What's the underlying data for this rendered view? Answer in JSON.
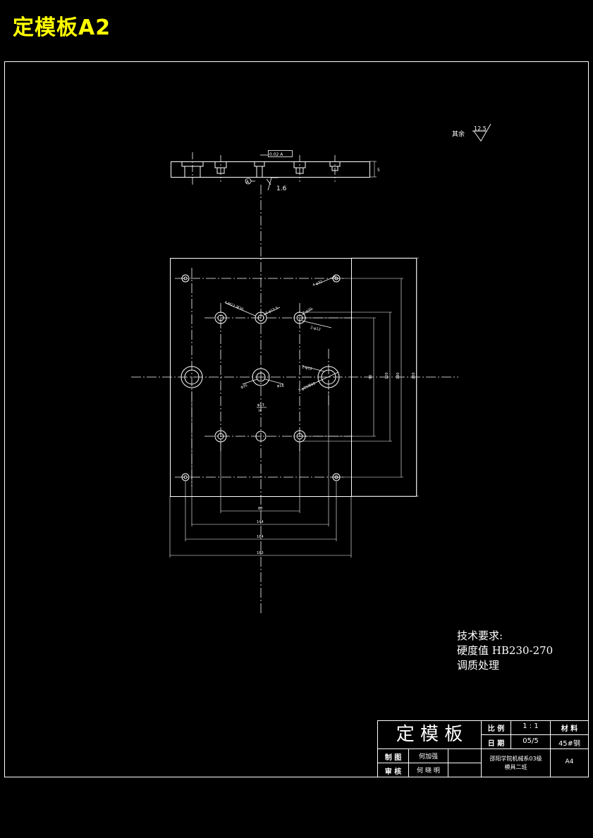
{
  "page_title": "定模板A2",
  "roughness_note": {
    "label": "其余",
    "value": "12.5"
  },
  "section_roughness": "1.6",
  "section_dim_right": "5",
  "section_tolerance_frame": "0.02 A",
  "datum_label": "A",
  "plan_annotations": {
    "hole_a": "4-M12 深30",
    "hole_b": "4-φ12.5",
    "hole_c": "2-φ20",
    "hole_d": "2-φ12",
    "hole_e": "4-φ32",
    "hole_f": "2-φ12",
    "hole_g": "φ35",
    "hole_h": "φ16",
    "hole_i": "φ13",
    "hole_j": "2-φ25深40"
  },
  "dimensions": {
    "d_bottom_1": "80",
    "d_bottom_2": "144",
    "d_bottom_3": "164",
    "d_bottom_4": "180",
    "d_right_1": "90",
    "d_right_2": "120",
    "d_right_3": "180",
    "d_right_4": "200",
    "d_center_small": "16"
  },
  "tech_requirements": {
    "heading": "技术要求:",
    "line1": "硬度值  HB230-270",
    "line2": "调质处理"
  },
  "title_block": {
    "part_name": "定 模 板",
    "scale_label": "比 例",
    "scale_value": "1 : 1",
    "material_label": "材 料",
    "date_label": "日 期",
    "date_value": "05/5",
    "material_value": "45#钢",
    "drawn_label": "制 图",
    "drawn_value": "何加强",
    "checked_label": "审 核",
    "checked_value": "何 晓 明",
    "school": "邵阳学院机械系03级",
    "class": "模具二班",
    "sheet_size": "A4"
  }
}
